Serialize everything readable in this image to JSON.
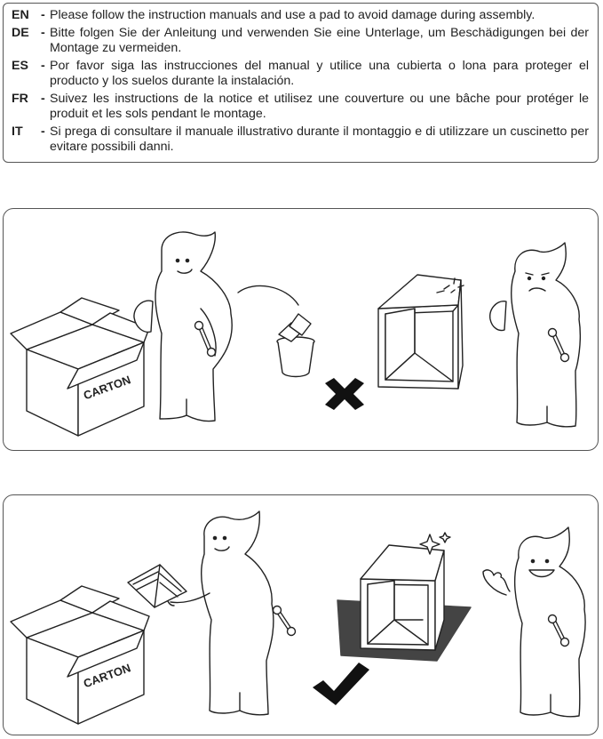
{
  "notices": [
    {
      "code": "EN",
      "text": "Please follow the instruction manuals and use a pad to avoid damage during assembly."
    },
    {
      "code": "DE",
      "text": "Bitte folgen Sie der Anleitung und verwenden Sie eine Unterlage, um Beschädigungen bei der Montage zu vermeiden."
    },
    {
      "code": "ES",
      "text": "Por favor siga las instrucciones del manual y utilice una cubierta o lona para proteger el producto y los suelos durante la instalación."
    },
    {
      "code": "FR",
      "text": "Suivez les instructions de la notice et utilisez une couverture ou une bâche pour protéger le produit et les sols pendant le montage."
    },
    {
      "code": "IT",
      "text": "Si prega di consultare il manuale illustrativo durante il montaggio e di utilizzare un cuscinetto per evitare possibili danni."
    }
  ],
  "separator": "-",
  "panels": {
    "wrong": {
      "box_label": "CARTON",
      "mark_icon": "cross-icon"
    },
    "right": {
      "box_label": "CARTON",
      "mark_icon": "checkmark-icon"
    }
  }
}
